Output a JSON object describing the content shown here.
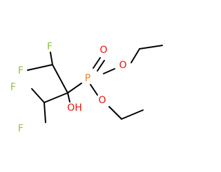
{
  "molecule": {
    "atoms": {
      "f_top_left": "F",
      "f_left": "F",
      "f_lower_left": "F",
      "f_bottom": "F",
      "oxygen_double": "O",
      "oxygen_ethoxy_upper": "O",
      "oxygen_ethoxy_lower": "O",
      "hydroxyl": "OH",
      "phosphorus": "P"
    }
  },
  "colors": {
    "fluorine": "#8CC43A",
    "oxygen": "#E8130C",
    "phosphorus": "#F47F1A",
    "bond": "#000000"
  }
}
